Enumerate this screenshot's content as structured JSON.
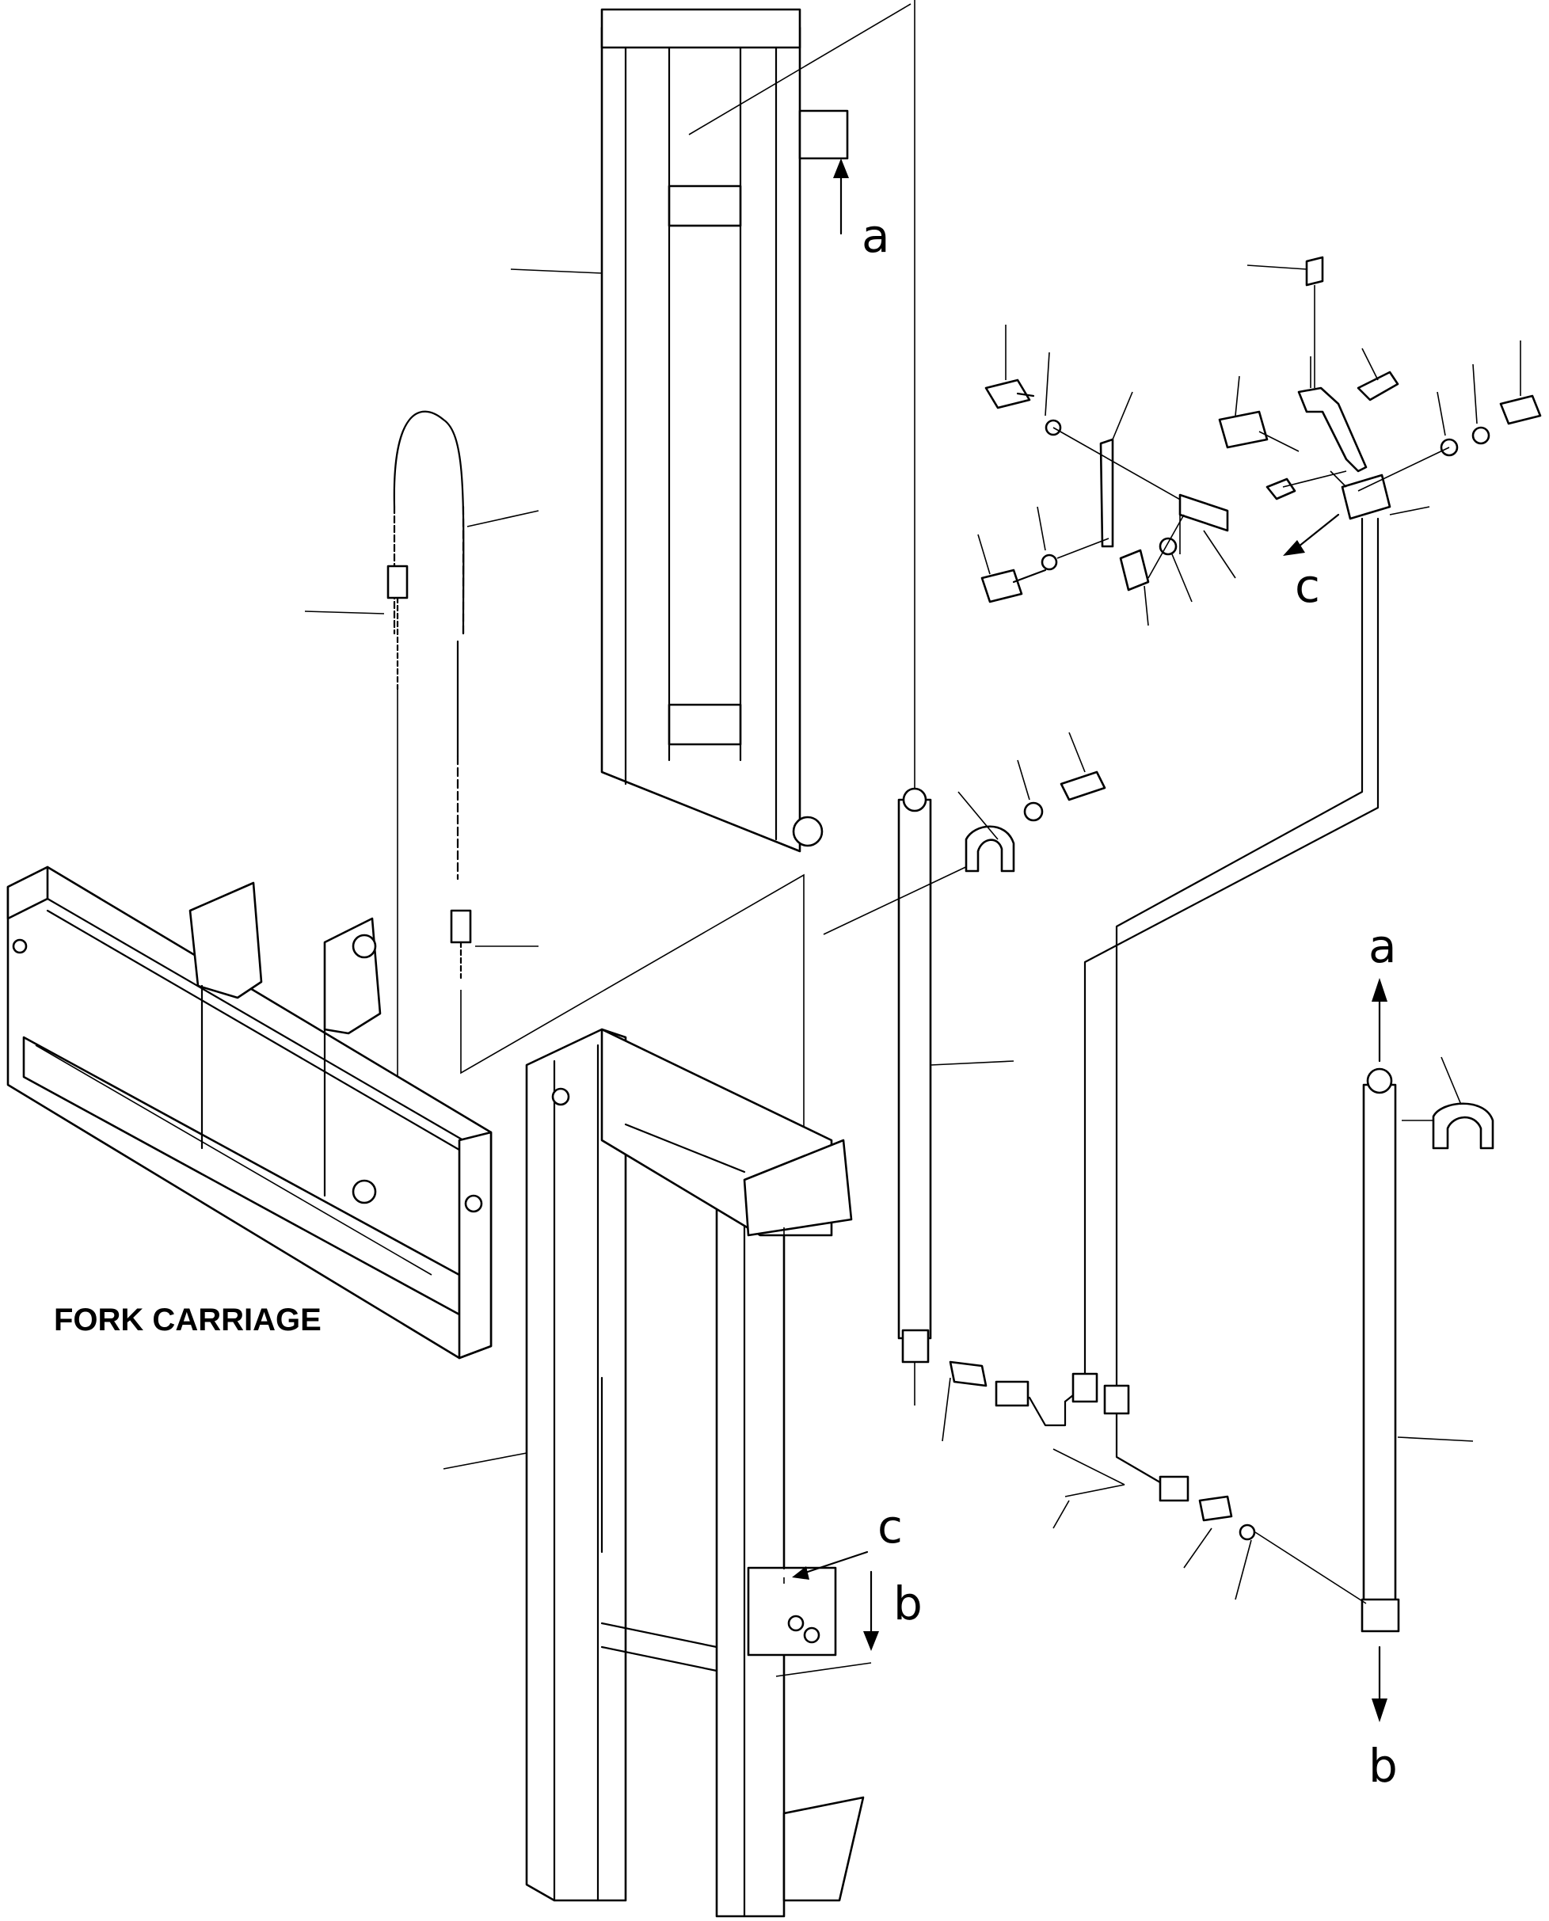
{
  "diagram": {
    "caption": "FORK CARRIAGE",
    "arrow_letters": {
      "top_a": "a",
      "right_a": "a",
      "right_b": "b",
      "middle_b": "b",
      "upper_c": "c",
      "lower_c": "c"
    }
  }
}
